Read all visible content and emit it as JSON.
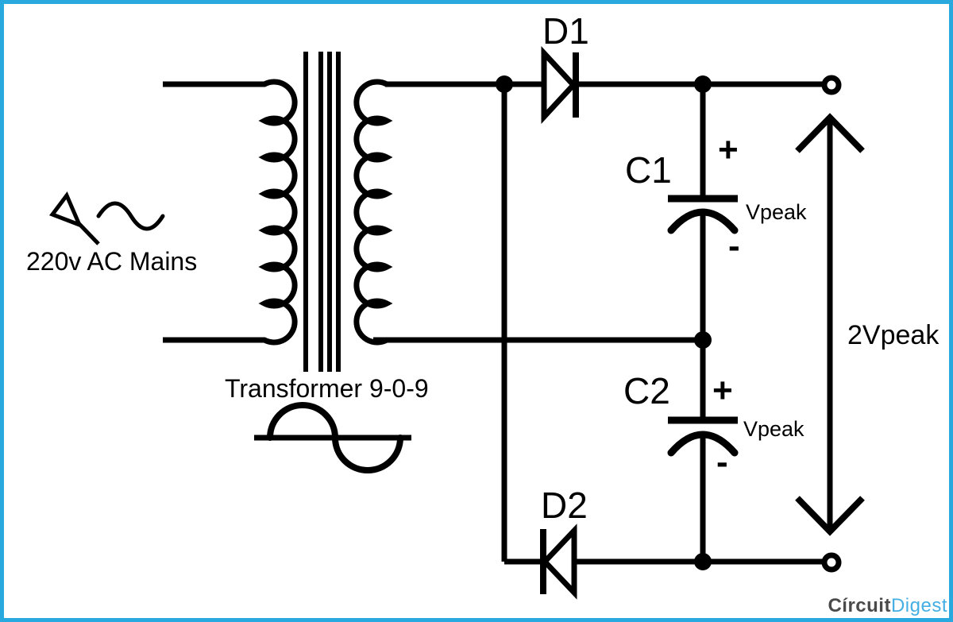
{
  "colors": {
    "border": "#2AA9DE",
    "line": "#000000",
    "background": "#FFFFFF",
    "logo_circuit": "#4A4A4A",
    "logo_digest": "#45AFE4"
  },
  "labels": {
    "ac_source": "220v AC Mains",
    "transformer": "Transformer 9-0-9",
    "diode_d1": "D1",
    "diode_d2": "D2",
    "cap_c1": "C1",
    "cap_c2": "C2",
    "c1_plus": "+",
    "c1_minus": "-",
    "c1_vpeak": "Vpeak",
    "c2_plus": "+",
    "c2_minus": "-",
    "c2_vpeak": "Vpeak",
    "output_voltage": "2Vpeak"
  },
  "logo": {
    "part1": "Círcuit",
    "part2": "Digest"
  }
}
